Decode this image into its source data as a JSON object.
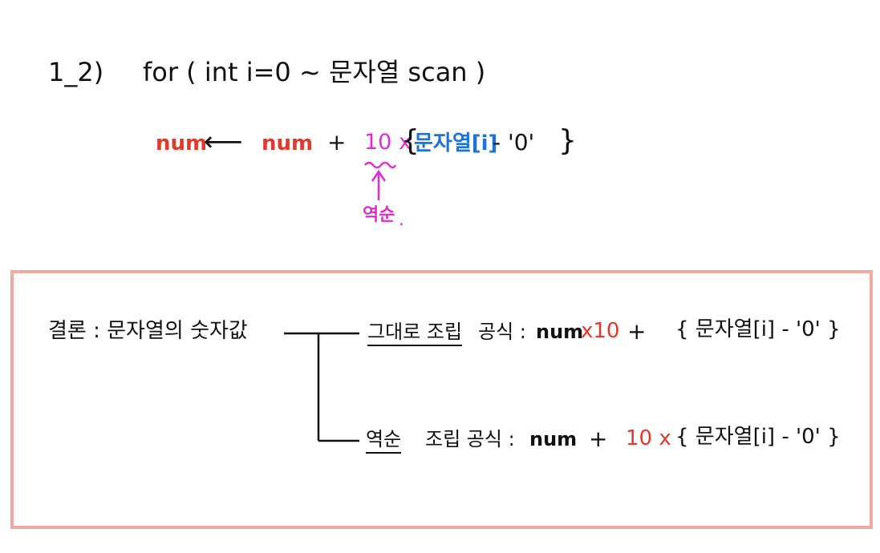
{
  "top": {
    "step_label": "1_2)",
    "for_line": "for ( int i=0 ~ 문자열 scan )",
    "eq_lhs": "num",
    "arrow": "⟵",
    "eq_num": "num",
    "plus": "+",
    "ten_x": "10 x",
    "brace_open": "{",
    "str_i": "문자열[i]",
    "minus_zero": "- '0'",
    "brace_close": "}",
    "reverse_note": "역순",
    "dot": "."
  },
  "box": {
    "conclusion_label": "결론 : 문자열의 숫자값",
    "row1": {
      "label_underlined": "그대로 조립",
      "label_rest": "공식 :",
      "num": "num",
      "times10": "x10",
      "plus": "+",
      "expr": "{ 문자열[i] - '0' }"
    },
    "row2": {
      "label_underlined": "역순",
      "label_rest": "조립 공식 :",
      "num": "num",
      "plus": "+",
      "ten_x": "10 x",
      "expr": "{ 문자열[i] - '0' }"
    },
    "border_color": "#f1a9a0"
  }
}
